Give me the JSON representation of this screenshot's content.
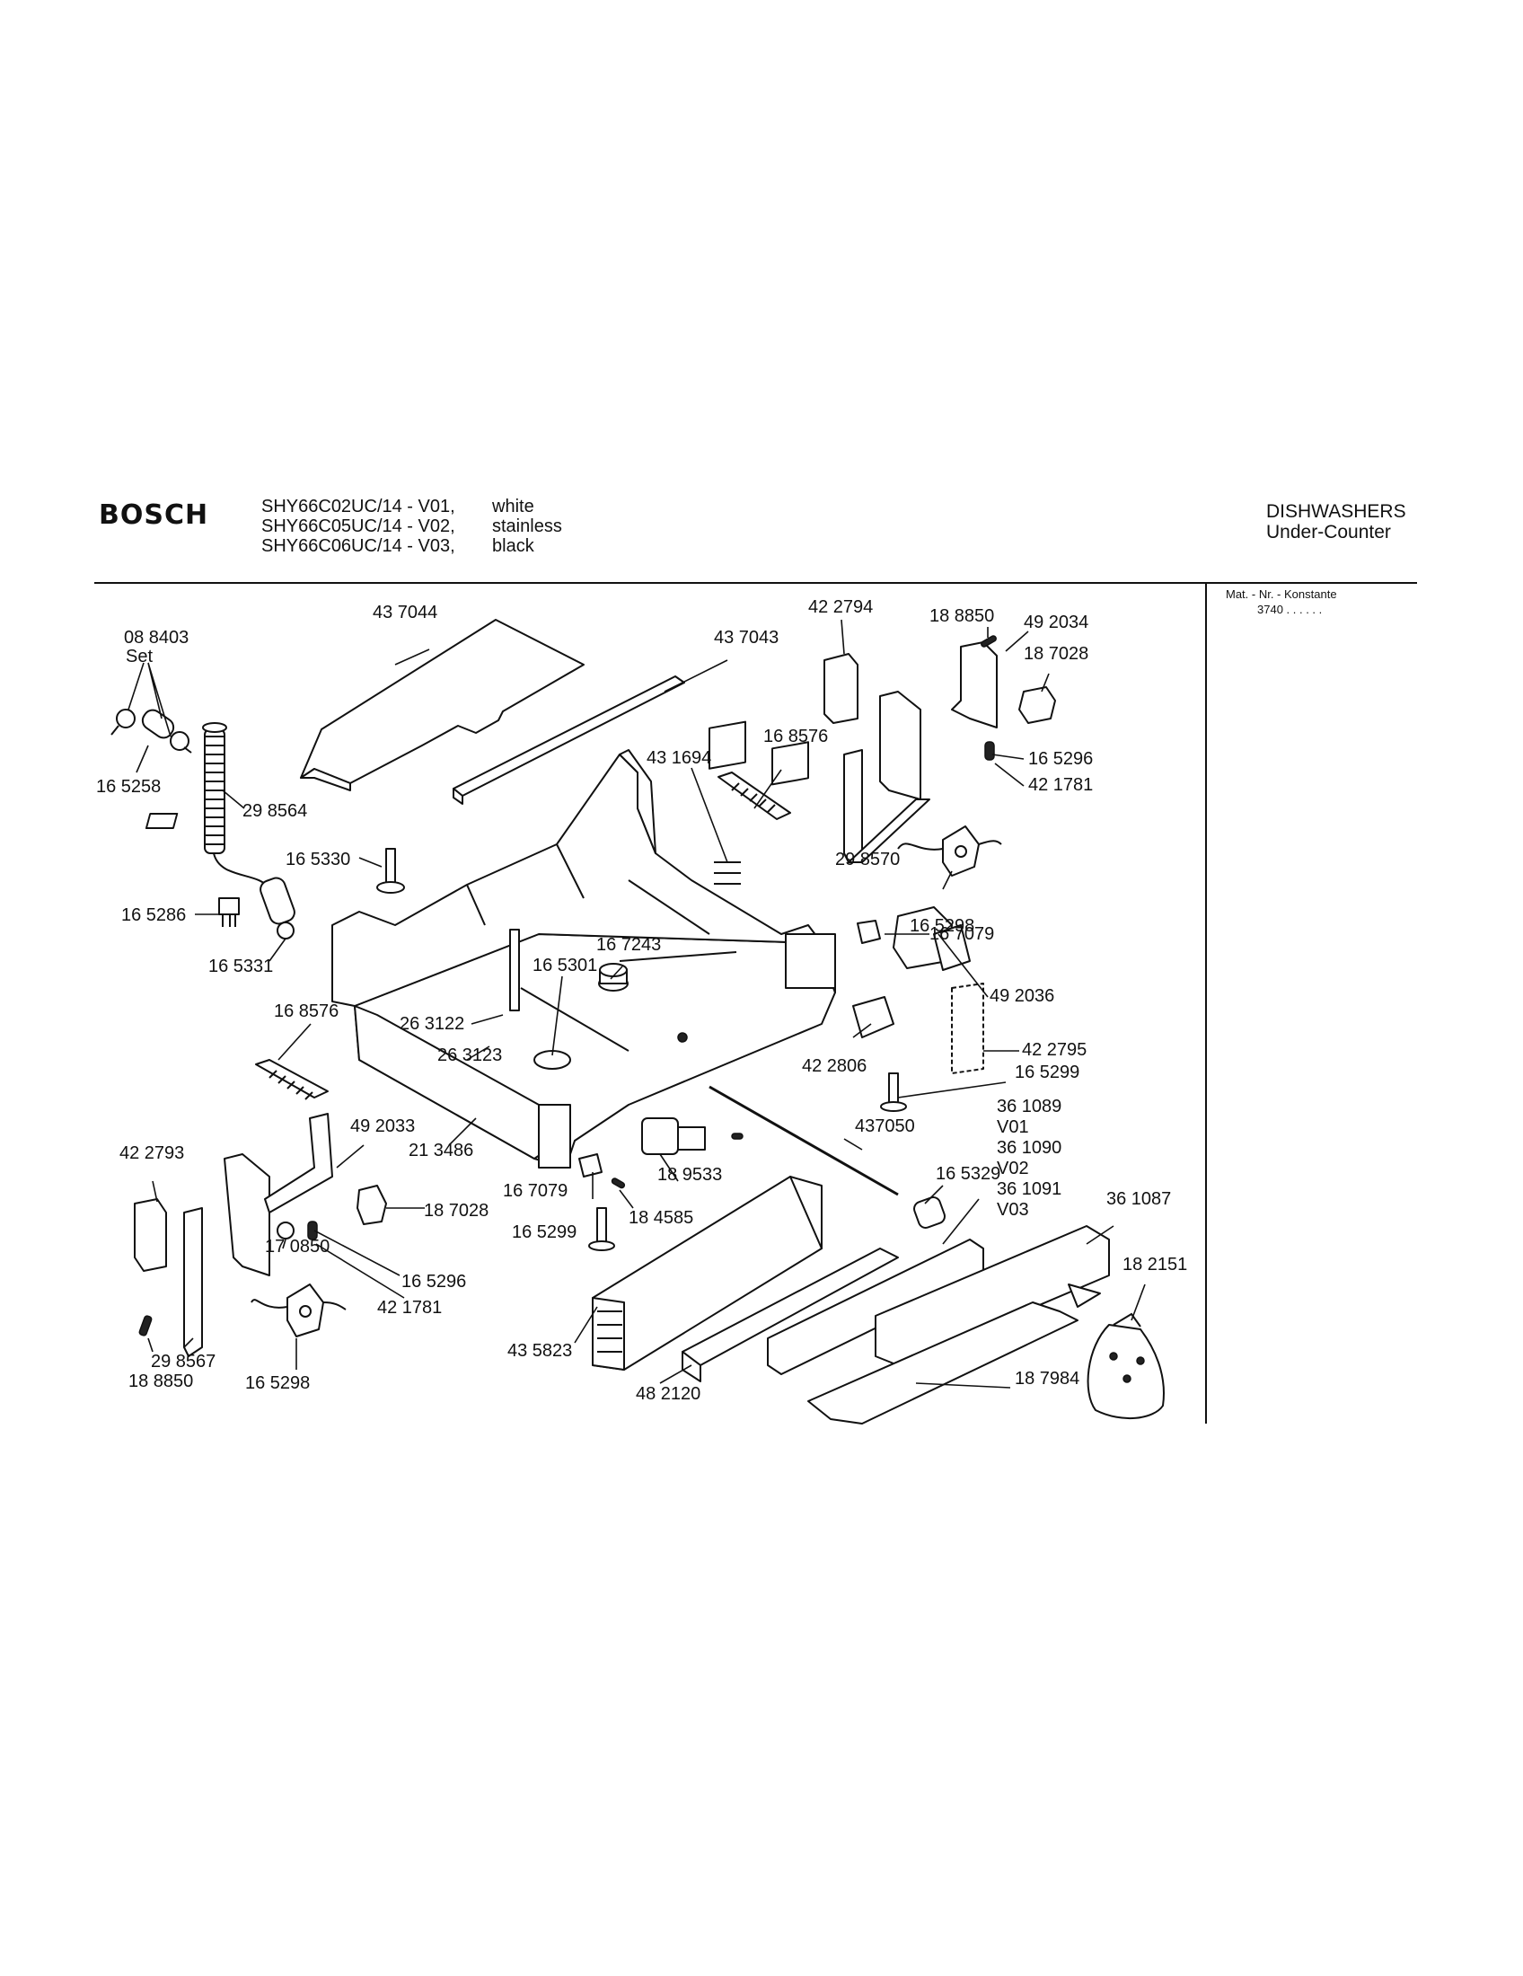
{
  "header": {
    "brand": "BOSCH",
    "models": [
      {
        "code": "SHY66C02UC/14 - V01,",
        "color": "white"
      },
      {
        "code": "SHY66C05UC/14 - V02,",
        "color": "stainless"
      },
      {
        "code": "SHY66C06UC/14 - V03,",
        "color": "black"
      }
    ],
    "category": "DISHWASHERS",
    "subcategory": "Under-Counter"
  },
  "side_panel": {
    "title": "Mat. - Nr. - Konstante",
    "value": "3740 . .  .  .  .  ."
  },
  "callouts": [
    "43 7044",
    "43 7043",
    "42 2794",
    "18 8850",
    "49 2034",
    "18 7028",
    "08 8403",
    "Set",
    "16 5258",
    "29 8564",
    "43 1694",
    "16 8576",
    "16 5296",
    "42 1781",
    "16 5330",
    "29 8570",
    "16 5298",
    "16 5286",
    "16 5331",
    "16 7243",
    "16 5301",
    "16 7079",
    "49 2036",
    "16 8576",
    "26 3122",
    "26 3123",
    "42 2795",
    "42 2806",
    "16 5299",
    "36 1089",
    "V01",
    "36 1090",
    "V02",
    "36 1091",
    "V03",
    "49 2033",
    "437050",
    "21 3486",
    "42 2793",
    "18 9533",
    "16 5329",
    "36 1087",
    "16 7079",
    "18 7028",
    "18 4585",
    "16 5299",
    "17 0850",
    "16 5296",
    "18 2151",
    "42 1781",
    "43 5823",
    "29 8567",
    "18 8850",
    "16 5298",
    "48 2120",
    "18 7984"
  ]
}
